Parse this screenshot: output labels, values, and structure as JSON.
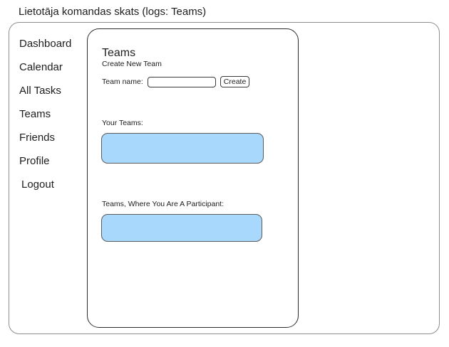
{
  "page": {
    "title": "Lietotāja komandas skats (logs: Teams)"
  },
  "sidebar": {
    "items": [
      {
        "label": "Dashboard",
        "name": "dashboard"
      },
      {
        "label": "Calendar",
        "name": "calendar"
      },
      {
        "label": "All Tasks",
        "name": "all-tasks"
      },
      {
        "label": "Teams",
        "name": "teams"
      },
      {
        "label": "Friends",
        "name": "friends"
      },
      {
        "label": "Profile",
        "name": "profile"
      },
      {
        "label": "Logout",
        "name": "logout"
      }
    ]
  },
  "panel": {
    "heading": "Teams",
    "create_section": {
      "label": "Create New Team",
      "field_label": "Team name:",
      "input_value": "",
      "input_placeholder": "",
      "button_label": "Create"
    },
    "your_teams": {
      "label": "Your Teams:",
      "items": []
    },
    "participant_teams": {
      "label": "Teams, Where You Are A Participant:",
      "items": []
    }
  },
  "colors": {
    "list_fill": "#a8d8fb",
    "panel_border": "#2b2b2b",
    "frame_border": "#8d8d8d",
    "text": "#1d1d1d"
  }
}
